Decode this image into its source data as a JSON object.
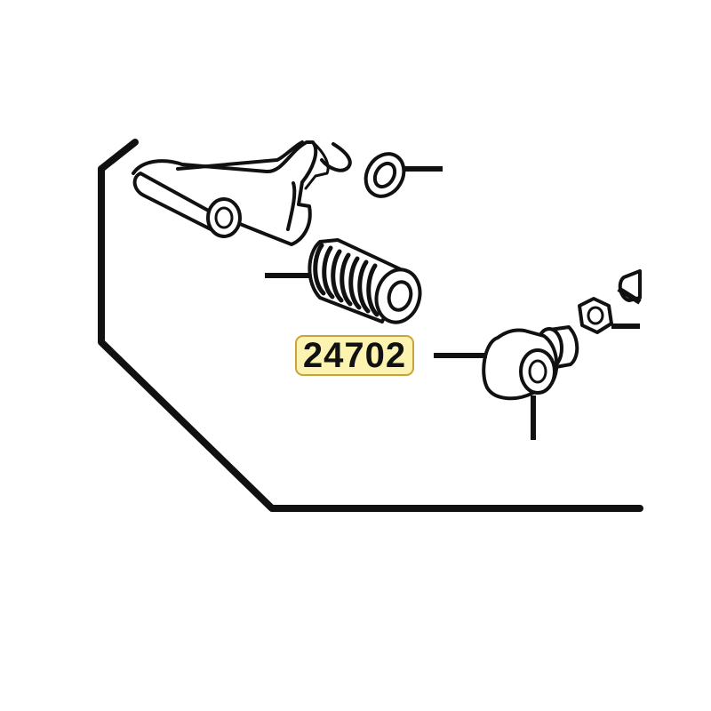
{
  "diagram": {
    "callout": {
      "label": "24702",
      "highlight_fill": "#fdf3b0",
      "highlight_border": "#c8a43a"
    },
    "parts": [
      {
        "name": "lever-arm"
      },
      {
        "name": "pivot-pin"
      },
      {
        "name": "washer"
      },
      {
        "name": "spring-boot"
      },
      {
        "name": "ball-joint"
      },
      {
        "name": "hex-nut"
      },
      {
        "name": "bolt"
      }
    ],
    "line_color": "#111111"
  }
}
